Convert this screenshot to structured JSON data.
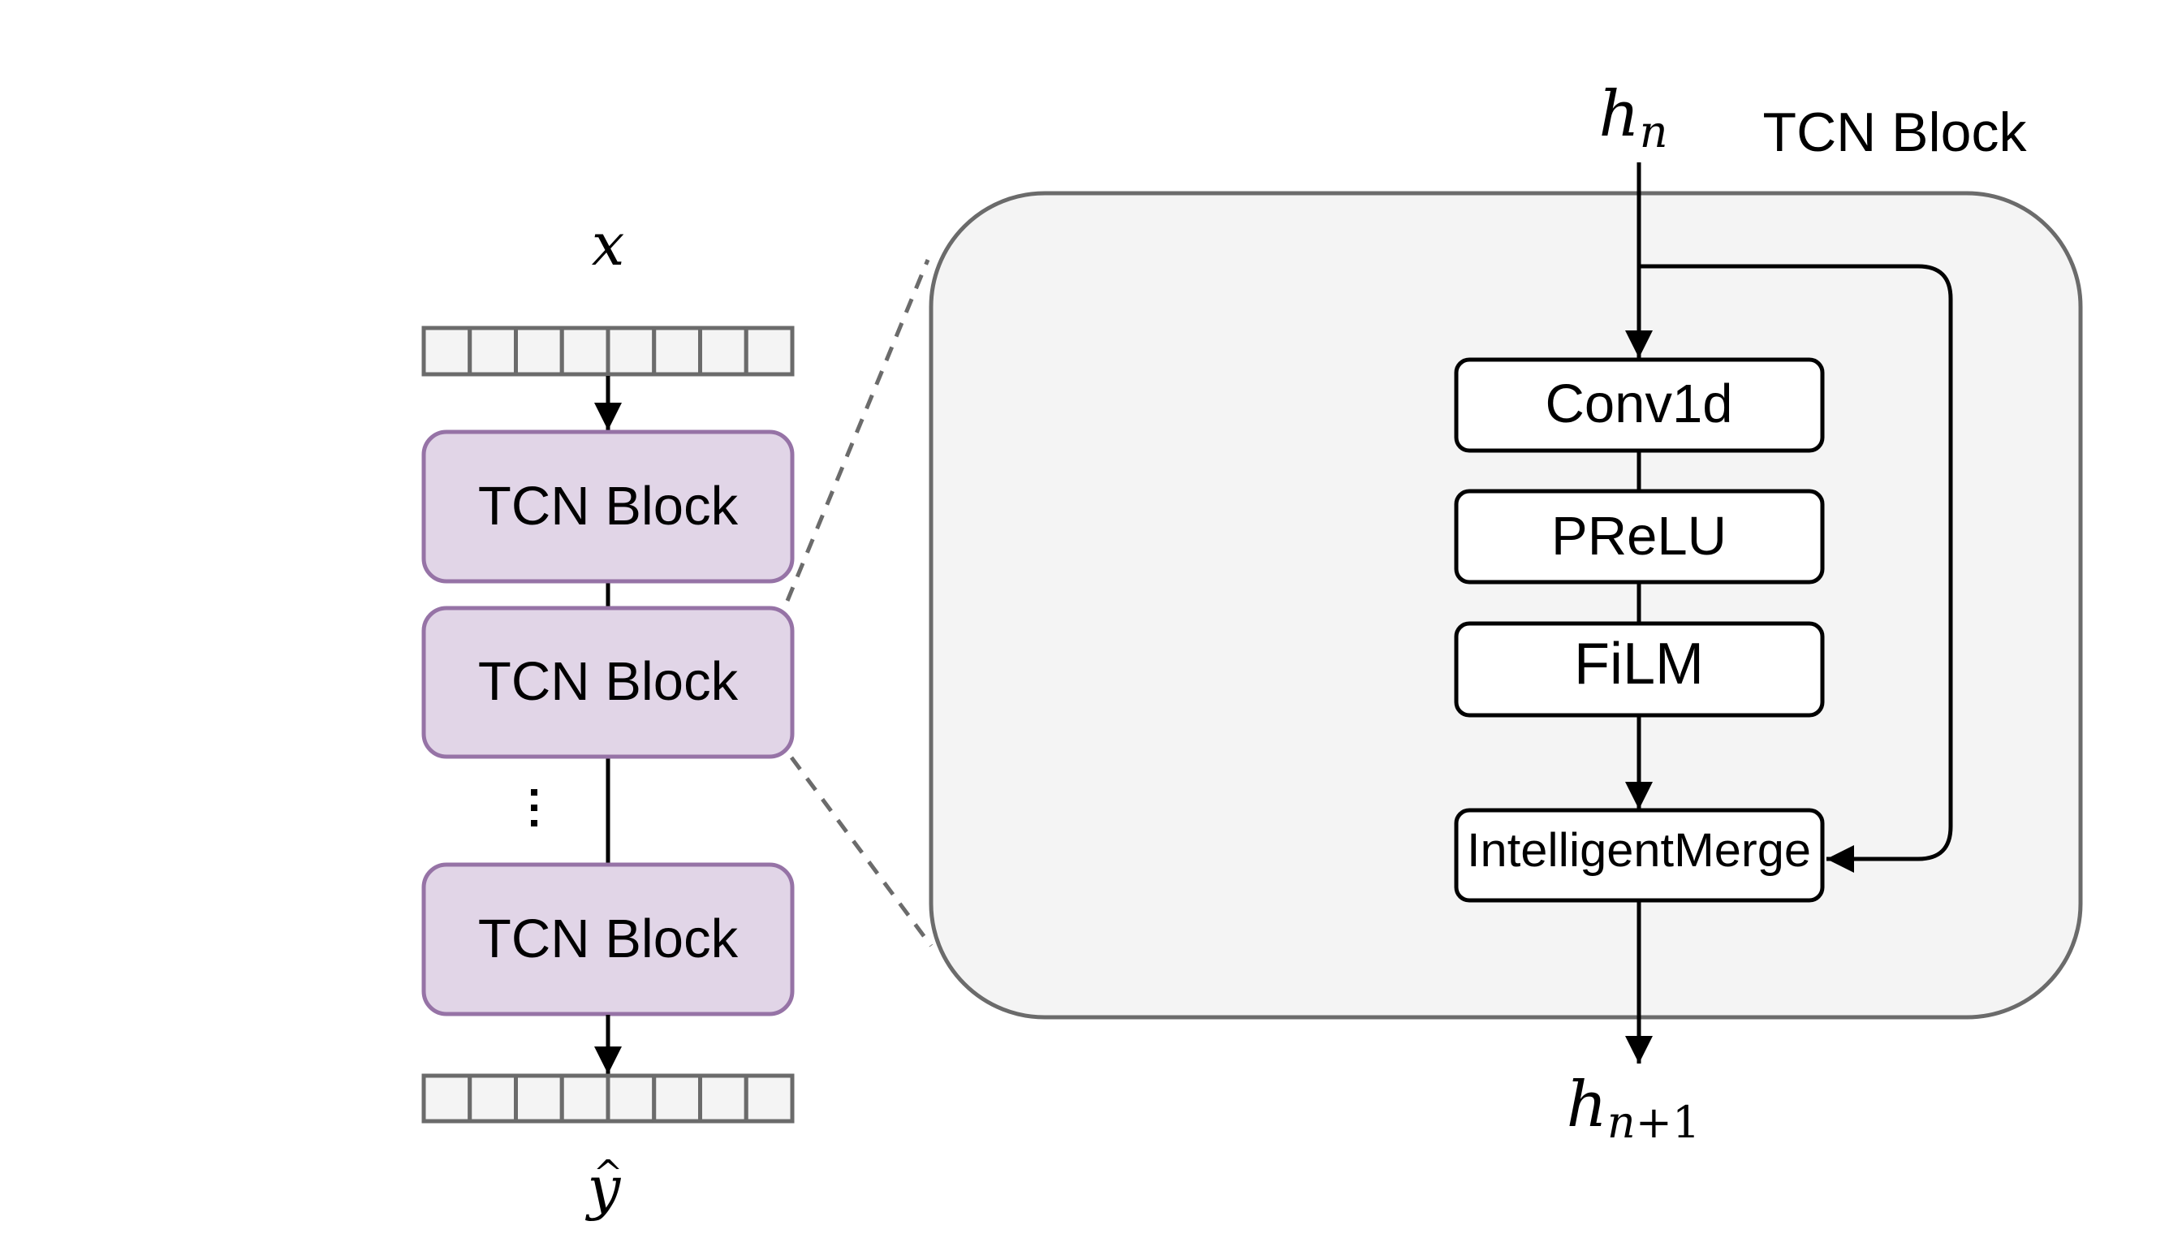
{
  "colors": {
    "block_fill": "#e1d5e7",
    "block_stroke": "#9673a6",
    "panel_fill": "#f4f4f4",
    "panel_stroke": "#6b6b6b",
    "tensor_fill": "#f4f4f4",
    "tensor_stroke": "#6b6b6b",
    "layer_fill": "#ffffff",
    "line": "#000000",
    "dash": "#6b6b6b"
  },
  "left_stack": {
    "input_label": "x",
    "output_label_base": "y",
    "output_label_accent": "^",
    "tensor_cells": 8,
    "blocks": [
      {
        "label": "TCN Block"
      },
      {
        "label": "TCN Block"
      },
      {
        "label": "TCN Block"
      }
    ],
    "ellipsis": "⋮"
  },
  "detail_panel": {
    "title": "TCN Block",
    "input_label": {
      "base": "h",
      "sub": "n"
    },
    "output_label": {
      "base": "h",
      "sub_var": "n",
      "sub_rest": "+1"
    },
    "layers": [
      {
        "label": "Conv1d"
      },
      {
        "label": "PReLU"
      },
      {
        "label": "FiLM"
      },
      {
        "label": "IntelligentMerge"
      }
    ],
    "skip_connection": "residual path from input to IntelligentMerge"
  }
}
